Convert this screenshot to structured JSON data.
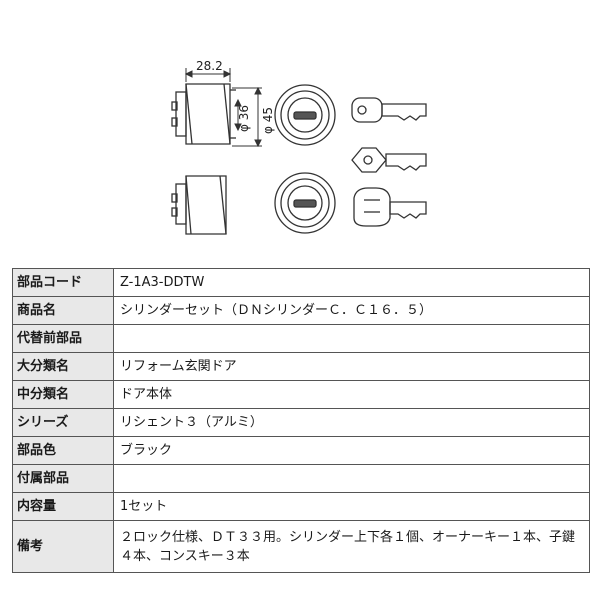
{
  "drawing": {
    "width_label": "28.2",
    "inner_diameter_label": "φ 36",
    "outer_diameter_label": "φ 45"
  },
  "table": {
    "rows": [
      {
        "label": "部品コード",
        "value": "Z-1A3-DDTW"
      },
      {
        "label": "商品名",
        "value": "シリンダーセット（ＤＮシリンダーＣ．Ｃ１６．５）"
      },
      {
        "label": "代替前部品",
        "value": ""
      },
      {
        "label": "大分類名",
        "value": "リフォーム玄関ドア"
      },
      {
        "label": "中分類名",
        "value": "ドア本体"
      },
      {
        "label": "シリーズ",
        "value": "リシェント３（アルミ）"
      },
      {
        "label": "部品色",
        "value": "ブラック"
      },
      {
        "label": "付属部品",
        "value": ""
      },
      {
        "label": "内容量",
        "value": "1セット"
      },
      {
        "label": "備考",
        "value": "２ロック仕様、ＤＴ３３用。シリンダー上下各１個、オーナーキー１本、子鍵４本、コンスキー３本"
      }
    ]
  }
}
